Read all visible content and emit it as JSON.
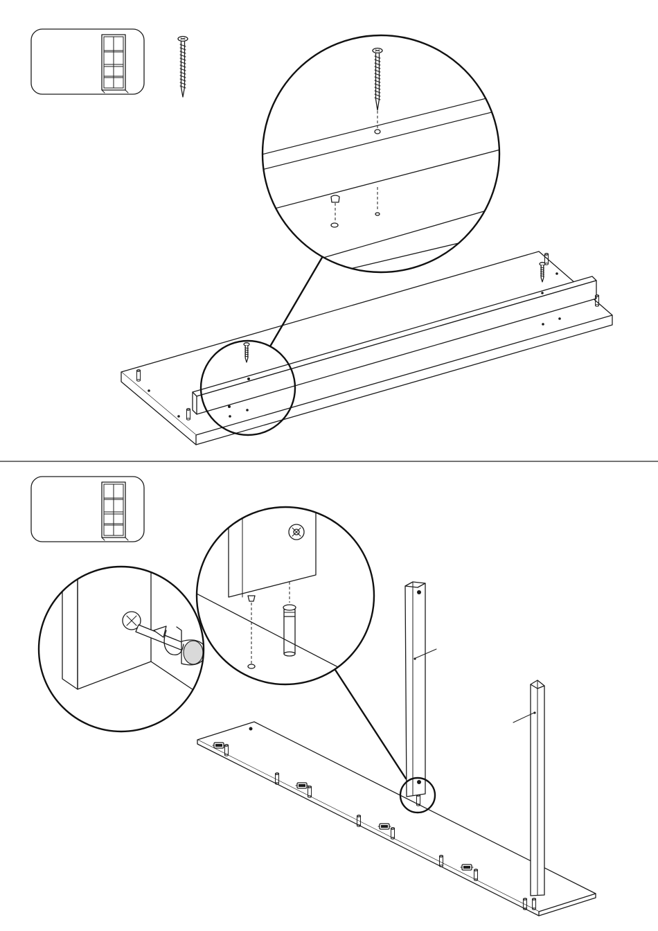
{
  "document": {
    "type": "furniture assembly instructions",
    "steps": [
      {
        "step_icon": "bookcase-icon",
        "part_icon": "wood-screw-icon",
        "detail_icon": "zoom-circle-screw-detail"
      },
      {
        "step_icon": "bookcase-icon",
        "detail_icons": [
          "zoom-circle-cam-lock-detail",
          "zoom-circle-dowel-detail"
        ]
      }
    ],
    "colors": {
      "line": "#1a1a1a",
      "background": "#ffffff",
      "shade": "#d9d9d9"
    }
  }
}
